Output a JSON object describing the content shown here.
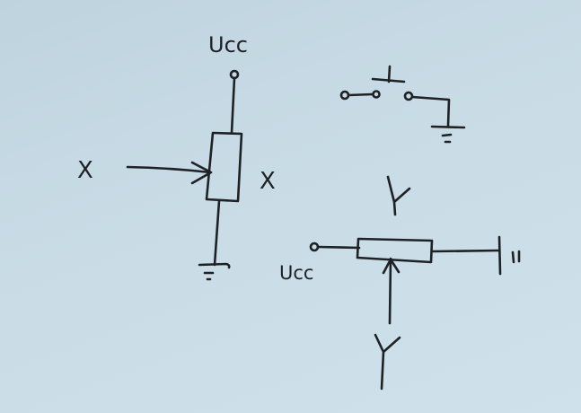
{
  "diagram": {
    "type": "hand-drawn circuit schematic",
    "background_color": "#c6d9e3",
    "ink_color": "#1d2226",
    "labels": {
      "vcc_top": "Ucc",
      "x_input": "X",
      "x_output": "X",
      "y_top": "Y",
      "y_bottom": "Y",
      "vcc_bottom": "Ucc",
      "ground_marks": "||"
    },
    "components": [
      {
        "id": "pot-vertical",
        "kind": "potentiometer",
        "orientation": "vertical",
        "top": "Ucc",
        "bottom": "ground",
        "wiper_input": "X",
        "output_label": "X"
      },
      {
        "id": "push-button",
        "kind": "push-button switch",
        "right": "ground"
      },
      {
        "id": "pot-horizontal",
        "kind": "potentiometer",
        "orientation": "horizontal",
        "left": "Ucc",
        "right": "ground",
        "wiper_input": "Y",
        "output_label": "Y"
      }
    ]
  }
}
